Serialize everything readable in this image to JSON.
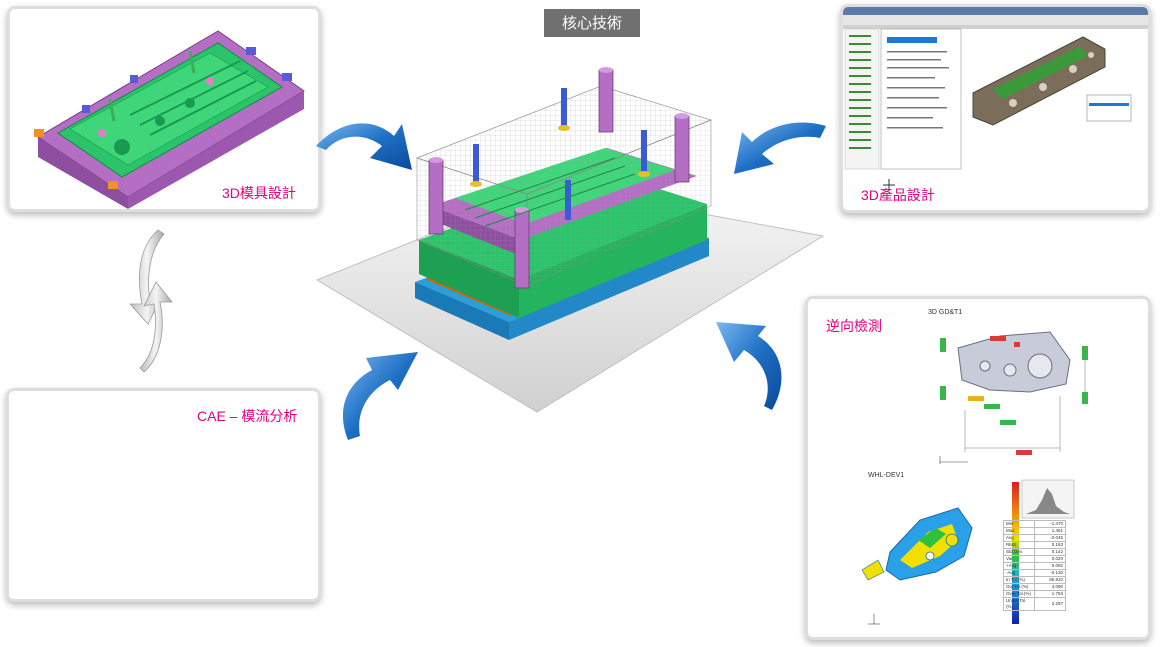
{
  "title": "核心技術",
  "panels": {
    "mold_design": {
      "label": "3D模具設計"
    },
    "product_design": {
      "label": "3D產品設計"
    },
    "reverse": {
      "label": "逆向檢測",
      "gdt_caption": "3D GD&T1",
      "dev_caption": "WHL-DEV1",
      "stats": [
        {
          "name": "Min",
          "value": "-1.470"
        },
        {
          "name": "Max",
          "value": "1.461"
        },
        {
          "name": "Avg",
          "value": "-0.045"
        },
        {
          "name": "RMS",
          "value": "0.153"
        },
        {
          "name": "Std.Dev.",
          "value": "0.142"
        },
        {
          "name": "Var.",
          "value": "0.020"
        },
        {
          "name": "+Avg",
          "value": "0.092"
        },
        {
          "name": "-Avg",
          "value": "-0.130"
        },
        {
          "name": "In Tol.(%)",
          "value": "95.910"
        },
        {
          "name": "Out Tol.(%)",
          "value": "4.090"
        },
        {
          "name": "Over Tol.(%)",
          "value": "1.793"
        },
        {
          "name": "Under Tol.(%)",
          "value": "2.297"
        }
      ]
    },
    "cae": {
      "label": "CAE – 模流分析"
    }
  },
  "colors": {
    "accent": "#e6007e",
    "arrow": "#1e6fc4",
    "mold_green": "#2bc46a",
    "mold_purple": "#b46fc4",
    "base_blue": "#2a9fd8",
    "orange": "#f07a1a"
  },
  "icons": {
    "cycle": "gray-cycle-arrows",
    "flow": "blue-curved-arrow"
  }
}
